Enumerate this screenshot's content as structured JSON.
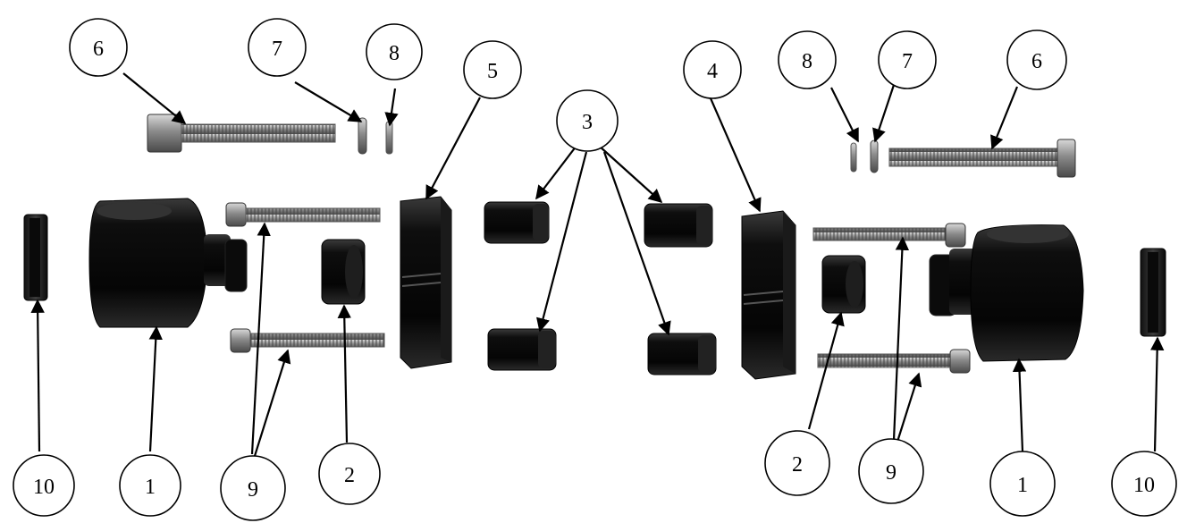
{
  "diagram": {
    "callouts": [
      "1",
      "2",
      "3",
      "4",
      "5",
      "6",
      "7",
      "8",
      "9",
      "10"
    ]
  },
  "colors": {
    "part_body": "#0c0c0c",
    "part_highlight": "#6a6a6a",
    "bolt_steel": "#8c8c8c",
    "outline": "#000000"
  }
}
